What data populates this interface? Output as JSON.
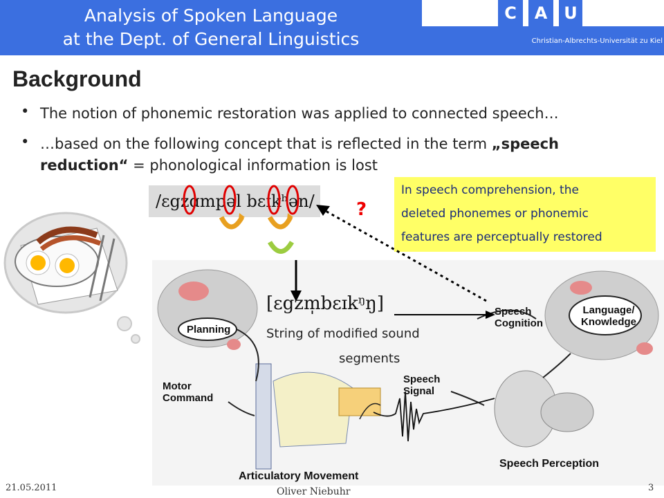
{
  "header": {
    "title_line1": "Analysis of Spoken Language",
    "title_line2": "at the Dept. of General Linguistics",
    "logo_letters": [
      "C",
      "A",
      "U"
    ],
    "university": "Christian-Albrechts-Universität zu Kiel"
  },
  "slide": {
    "title": "Background",
    "bullet1": "The notion of phonemic restoration was applied to connected speech…",
    "bullet2_pre": "…based on the following concept that is reflected in the term ",
    "bullet2_bold": "„speech reduction“",
    "bullet2_post": " = phonological information is lost"
  },
  "phonemic": {
    "underlying": "/ɛgzɑmpəl bɛɪkʰən/",
    "surface": "[ɛgzm̩bɛɪkᵑŋ]",
    "surface_caption_line1": "String of modified sound",
    "surface_caption_line2": "segments",
    "question_mark": "?"
  },
  "callout": {
    "line1": "In speech comprehension, the",
    "line2": "deleted phonemes or phonemic",
    "line3": "features are perceptually restored"
  },
  "diagram_labels": {
    "planning": "Planning",
    "motor_command": "Motor Command",
    "articulatory": "Articulatory Movement",
    "speech_signal": "Speech Signal",
    "speech_perception": "Speech Perception",
    "speech_cognition": "Speech Cognition",
    "language_knowledge": "Language/ Knowledge"
  },
  "footer": {
    "date": "21.05.2011",
    "author": "Oliver Niebuhr",
    "page": "3"
  },
  "colors": {
    "header_blue": "#3b6fe0",
    "callout_yellow": "#ffff66",
    "callout_text": "#1a2b7a",
    "mark_red": "#e00000"
  }
}
